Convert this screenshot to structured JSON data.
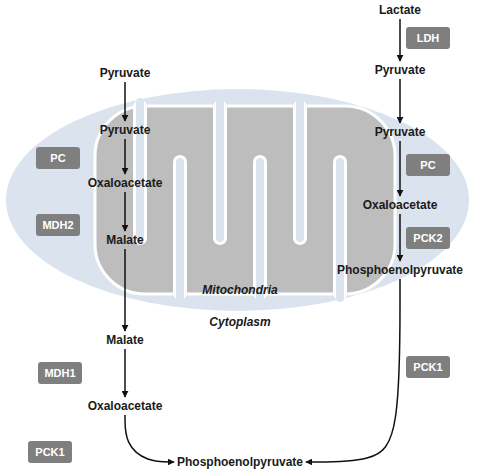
{
  "diagram": {
    "nodes": [
      {
        "text": [
          "Lactate"
        ]
      },
      {
        "text": [
          "LDH"
        ]
      },
      {
        "text": [
          "Pyruvate"
        ]
      },
      {
        "text": [
          "Pyruvate"
        ]
      },
      {
        "text": [
          "Mitochondria"
        ]
      },
      {
        "text": [
          "Pyruvate"
        ],
        "in": 4
      },
      {
        "text": [
          "Pyruvate"
        ],
        "in": 4
      },
      {
        "text": [
          "PC"
        ],
        "in": 4
      },
      {
        "text": [
          "PC"
        ],
        "in": 4
      },
      {
        "text": [
          "Oxaloacetate"
        ],
        "in": 4
      },
      {
        "text": [
          "Oxaloacetate"
        ],
        "in": 4
      },
      {
        "text": [
          "MDH2"
        ],
        "in": 4
      },
      {
        "text": [
          "PCK2"
        ],
        "in": 4
      },
      {
        "text": [
          "Malate"
        ],
        "in": 4
      },
      {
        "text": [
          "Phosphoenolpyruvate"
        ],
        "in": 4
      },
      {
        "text": [
          "Malate"
        ]
      },
      {
        "text": [
          "PCK1"
        ]
      },
      {
        "text": [
          "MDH1"
        ]
      },
      {
        "text": [
          "Oxaloacetate"
        ]
      },
      {
        "text": [
          "PCK1"
        ]
      },
      {
        "text": [
          "Phosphoenolpyruvate"
        ]
      }
    ],
    "edges": [
      {
        "from": 2,
        "to": 5,
        "arrow": "to"
      },
      {
        "from": 5,
        "to": 9,
        "arrow": "to"
      },
      {
        "from": 9,
        "to": 13,
        "arrow": "to"
      },
      {
        "from": 13,
        "to": 15,
        "arrow": "to"
      },
      {
        "from": 15,
        "to": 18,
        "arrow": "to"
      },
      {
        "from": 18,
        "to": 20,
        "arrow": "to"
      },
      {
        "from": 0,
        "to": 3,
        "arrow": "to"
      },
      {
        "from": 3,
        "to": 6,
        "arrow": "to"
      },
      {
        "from": 6,
        "to": 10,
        "arrow": "to"
      },
      {
        "from": 10,
        "to": 14,
        "arrow": "to"
      },
      {
        "from": 14,
        "to": 20,
        "arrow": "to"
      }
    ],
    "labels": [
      "Cytoplasm"
    ]
  }
}
